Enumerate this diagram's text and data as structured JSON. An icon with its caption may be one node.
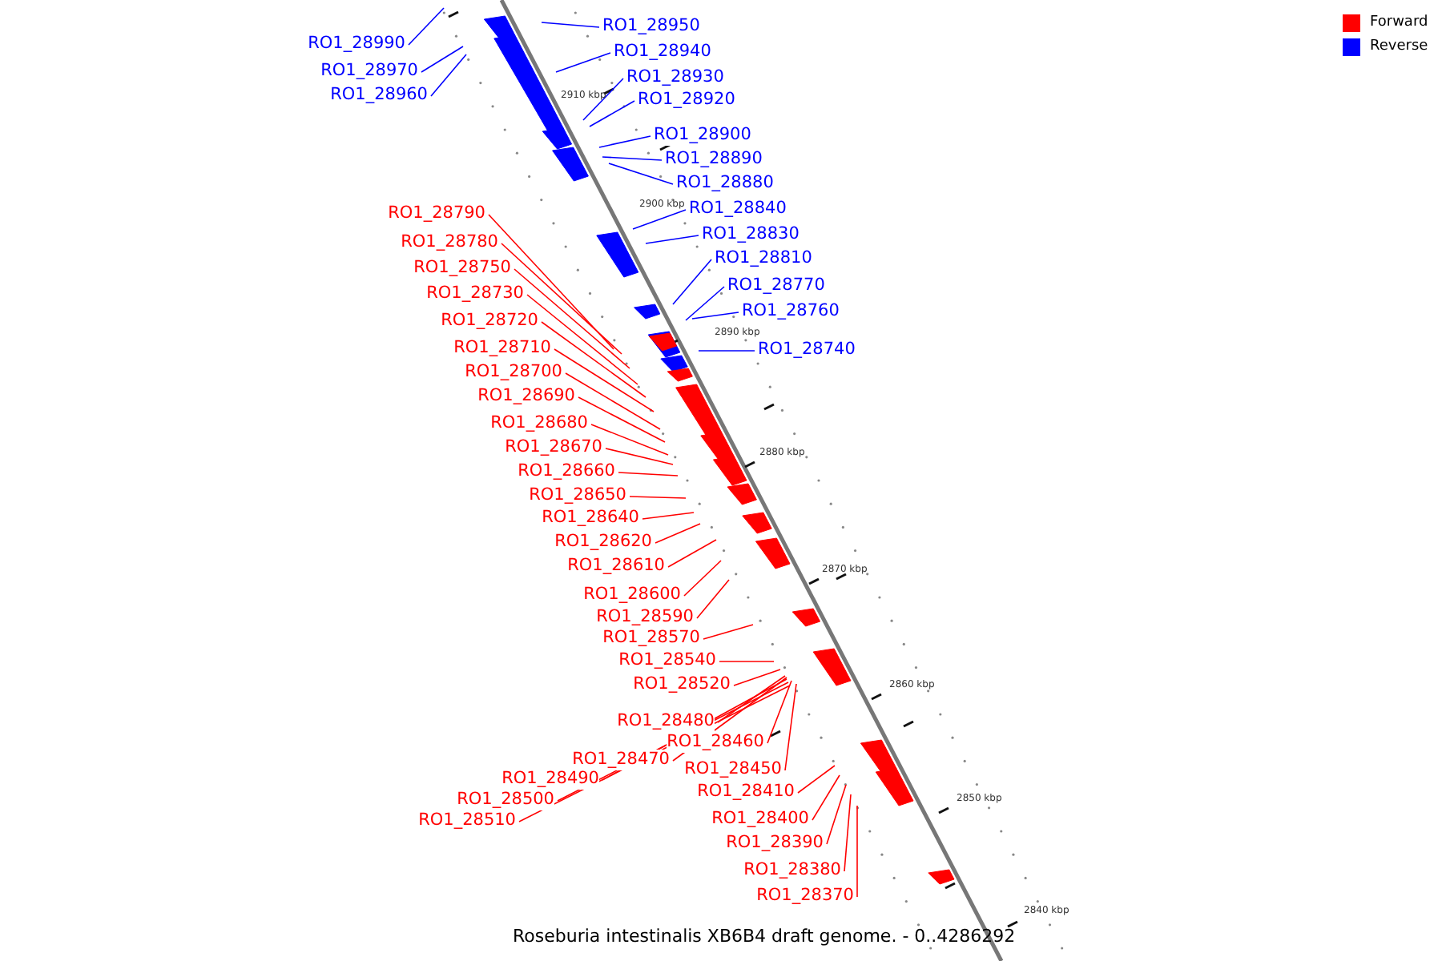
{
  "diagram": {
    "caption": "Roseburia intestinalis XB6B4 draft genome. - 0..4286292",
    "nodes": [
      {
        "text": [
          "RO1_28950"
        ]
      },
      {
        "text": [
          "RO1_28990"
        ]
      },
      {
        "text": [
          "RO1_28940"
        ]
      },
      {
        "text": [
          "RO1_28970"
        ]
      },
      {
        "text": [
          "RO1_28930"
        ]
      },
      {
        "text": [
          "RO1_28960"
        ]
      },
      {
        "text": [
          "RO1_28920"
        ]
      },
      {
        "text": [
          "RO1_28900"
        ]
      },
      {
        "text": [
          "RO1_28890"
        ]
      },
      {
        "text": [
          "RO1_28880"
        ]
      },
      {
        "text": [
          "RO1_28840"
        ]
      },
      {
        "text": [
          "RO1_28790"
        ]
      },
      {
        "text": [
          "RO1_28830"
        ]
      },
      {
        "text": [
          "RO1_28780"
        ]
      },
      {
        "text": [
          "RO1_28810"
        ]
      },
      {
        "text": [
          "RO1_28750"
        ]
      },
      {
        "text": [
          "RO1_28770"
        ]
      },
      {
        "text": [
          "RO1_28730"
        ]
      },
      {
        "text": [
          "RO1_28760"
        ]
      },
      {
        "text": [
          "RO1_28720"
        ]
      },
      {
        "text": [
          "RO1_28740"
        ]
      },
      {
        "text": [
          "RO1_28710"
        ]
      },
      {
        "text": [
          "RO1_28700"
        ]
      },
      {
        "text": [
          "RO1_28690"
        ]
      },
      {
        "text": [
          "RO1_28680"
        ]
      },
      {
        "text": [
          "RO1_28670"
        ]
      },
      {
        "text": [
          "RO1_28660"
        ]
      },
      {
        "text": [
          "RO1_28650"
        ]
      },
      {
        "text": [
          "RO1_28640"
        ]
      },
      {
        "text": [
          "RO1_28620"
        ]
      },
      {
        "text": [
          "RO1_28610"
        ]
      },
      {
        "text": [
          "RO1_28600"
        ]
      },
      {
        "text": [
          "RO1_28590"
        ]
      },
      {
        "text": [
          "RO1_28570"
        ]
      },
      {
        "text": [
          "RO1_28540"
        ]
      },
      {
        "text": [
          "RO1_28520"
        ]
      },
      {
        "text": [
          "RO1_28480"
        ]
      },
      {
        "text": [
          "RO1_28460"
        ]
      },
      {
        "text": [
          "RO1_28470"
        ]
      },
      {
        "text": [
          "RO1_28450"
        ]
      },
      {
        "text": [
          "RO1_28490"
        ]
      },
      {
        "text": [
          "RO1_28410"
        ]
      },
      {
        "text": [
          "RO1_28500"
        ]
      },
      {
        "text": [
          "RO1_28400"
        ]
      },
      {
        "text": [
          "RO1_28510"
        ]
      },
      {
        "text": [
          "RO1_28390"
        ]
      },
      {
        "text": [
          "RO1_28380"
        ]
      },
      {
        "text": [
          "RO1_28370"
        ]
      }
    ],
    "edges": [
      {
        "from": 0,
        "to": null,
        "arrow": "none",
        "color": "#0000ff"
      },
      {
        "from": 1,
        "to": null,
        "arrow": "none",
        "color": "#0000ff"
      },
      {
        "from": 2,
        "to": null,
        "arrow": "none",
        "color": "#0000ff"
      },
      {
        "from": 3,
        "to": null,
        "arrow": "none",
        "color": "#0000ff"
      },
      {
        "from": 4,
        "to": null,
        "arrow": "none",
        "color": "#0000ff"
      },
      {
        "from": 5,
        "to": null,
        "arrow": "none",
        "color": "#0000ff"
      },
      {
        "from": 6,
        "to": null,
        "arrow": "none",
        "color": "#0000ff"
      },
      {
        "from": 7,
        "to": null,
        "arrow": "none",
        "color": "#0000ff"
      },
      {
        "from": 8,
        "to": null,
        "arrow": "none",
        "color": "#0000ff"
      },
      {
        "from": 9,
        "to": null,
        "arrow": "none",
        "color": "#0000ff"
      },
      {
        "from": 10,
        "to": null,
        "arrow": "none",
        "color": "#0000ff"
      },
      {
        "from": 11,
        "to": null,
        "arrow": "none"
      },
      {
        "from": 12,
        "to": null,
        "arrow": "none",
        "color": "#0000ff"
      },
      {
        "from": 13,
        "to": null,
        "arrow": "none"
      },
      {
        "from": 14,
        "to": null,
        "arrow": "none",
        "color": "#0000ff"
      },
      {
        "from": 15,
        "to": null,
        "arrow": "none"
      },
      {
        "from": 16,
        "to": null,
        "arrow": "none",
        "color": "#0000ff"
      },
      {
        "from": 17,
        "to": null,
        "arrow": "none"
      },
      {
        "from": 18,
        "to": null,
        "arrow": "none",
        "color": "#0000ff"
      },
      {
        "from": 19,
        "to": null,
        "arrow": "none"
      },
      {
        "from": 20,
        "to": null,
        "arrow": "none",
        "color": "#0000ff"
      },
      {
        "from": 21,
        "to": null,
        "arrow": "none"
      },
      {
        "from": 22,
        "to": null,
        "arrow": "none"
      },
      {
        "from": 23,
        "to": null,
        "arrow": "none"
      },
      {
        "from": 24,
        "to": null,
        "arrow": "none"
      },
      {
        "from": 25,
        "to": null,
        "arrow": "none"
      },
      {
        "from": 26,
        "to": null,
        "arrow": "none"
      },
      {
        "from": 27,
        "to": null,
        "arrow": "none"
      },
      {
        "from": 28,
        "to": null,
        "arrow": "none"
      },
      {
        "from": 29,
        "to": null,
        "arrow": "none"
      },
      {
        "from": 30,
        "to": null,
        "arrow": "none"
      },
      {
        "from": 31,
        "to": null,
        "arrow": "none"
      },
      {
        "from": 32,
        "to": null,
        "arrow": "none"
      },
      {
        "from": 33,
        "to": null,
        "arrow": "none"
      },
      {
        "from": 34,
        "to": null,
        "arrow": "none"
      },
      {
        "from": 35,
        "to": null,
        "arrow": "none"
      },
      {
        "from": 36,
        "to": null,
        "arrow": "none"
      },
      {
        "from": 37,
        "to": null,
        "arrow": "none"
      },
      {
        "from": 38,
        "to": null,
        "arrow": "none"
      },
      {
        "from": 39,
        "to": null,
        "arrow": "none"
      },
      {
        "from": 40,
        "to": null,
        "arrow": "none"
      },
      {
        "from": 41,
        "to": null,
        "arrow": "none"
      },
      {
        "from": 42,
        "to": null,
        "arrow": "none"
      },
      {
        "from": 43,
        "to": null,
        "arrow": "none"
      },
      {
        "from": 44,
        "to": null,
        "arrow": "none"
      },
      {
        "from": 45,
        "to": null,
        "arrow": "none"
      },
      {
        "from": 46,
        "to": null,
        "arrow": "none"
      },
      {
        "from": 47,
        "to": null,
        "arrow": "none"
      }
    ],
    "labels": [
      "2910 kbp",
      "2900 kbp",
      "2890 kbp",
      "2880 kbp",
      "2870 kbp",
      "2860 kbp",
      "2850 kbp",
      "2840 kbp"
    ],
    "legend": [
      {
        "text": "Forward",
        "color": "#ff0000"
      },
      {
        "text": "Reverse",
        "color": "#0000ff"
      }
    ]
  }
}
